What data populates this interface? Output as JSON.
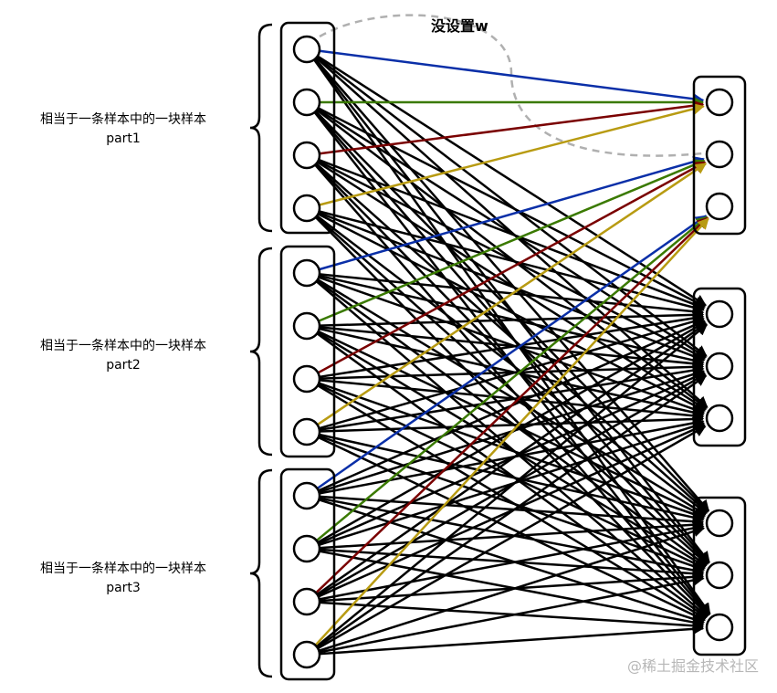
{
  "annotation": "没设置w",
  "parts": [
    {
      "line1": "相当于一条样本中的一块样本",
      "line2": "part1"
    },
    {
      "line1": "相当于一条样本中的一块样本",
      "line2": "part2"
    },
    {
      "line1": "相当于一条样本中的一块样本",
      "line2": "part3"
    }
  ],
  "watermark": "@稀土掘金技术社区",
  "colors": {
    "edge_default": "#000000",
    "input_1": "#0a2fa8",
    "input_2": "#3a7a00",
    "input_3": "#7a0000",
    "input_4": "#b89b12",
    "annotation_curve": "#b0b0b0"
  },
  "graph": {
    "input_groups": 3,
    "nodes_per_input_group": 4,
    "output_groups": 3,
    "nodes_per_output_group": 3
  }
}
